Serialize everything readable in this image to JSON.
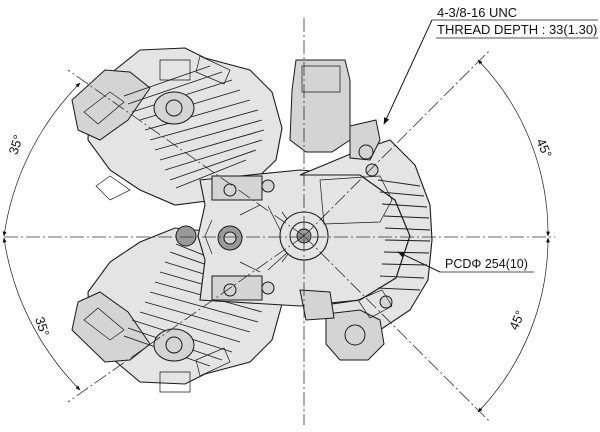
{
  "callout": {
    "thread_size": "4-3/8-16 UNC",
    "thread_depth": "THREAD DEPTH : 33(1.30)"
  },
  "pcd_label": "PCDΦ 254(10)",
  "angles": {
    "upper_left": "35°",
    "lower_left": "35°",
    "upper_right": "45°",
    "lower_right": "45°"
  }
}
